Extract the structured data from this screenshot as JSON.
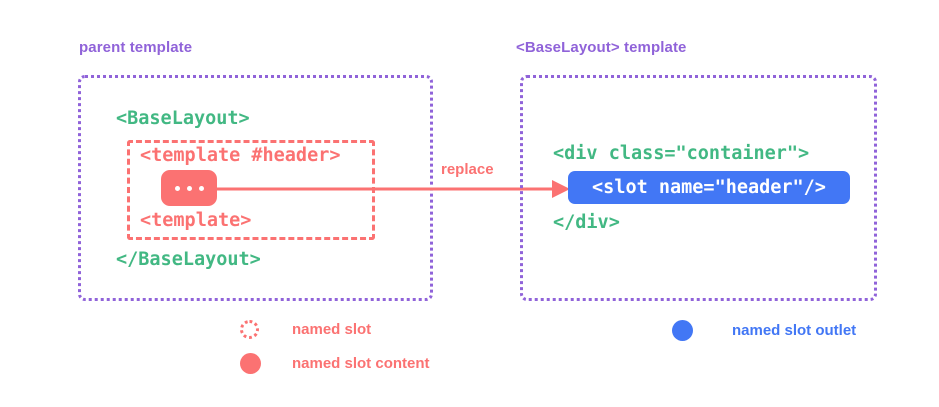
{
  "colors": {
    "purple": "#9063d9",
    "green": "#42b883",
    "red": "#fb7272",
    "blue": "#4277f5",
    "white": "#ffffff",
    "background": "#ffffff"
  },
  "panels": {
    "parent": {
      "title": "parent template",
      "code": {
        "component_open": "<BaseLayout>",
        "component_close": "</BaseLayout>",
        "template_open": "<template #header>",
        "template_close": "<template>",
        "slot_content_placeholder": "..."
      }
    },
    "base": {
      "title": "<BaseLayout> template",
      "code": {
        "div_open": "<div class=\"container\">",
        "slot_outlet": "<slot name=\"header\"/>",
        "div_close": "</div>"
      }
    }
  },
  "connector": {
    "label": "replace",
    "direction": "left-to-right",
    "arrow_icon": "arrow-right-icon"
  },
  "legend": [
    {
      "id": "named-slot",
      "label": "named slot",
      "marker": "dotted-circle-outline",
      "color": "#fb7272"
    },
    {
      "id": "named-slot-content",
      "label": "named slot content",
      "marker": "filled-circle",
      "color": "#fb7272"
    },
    {
      "id": "named-slot-outlet",
      "label": "named slot outlet",
      "marker": "filled-circle",
      "color": "#4277f5"
    }
  ]
}
